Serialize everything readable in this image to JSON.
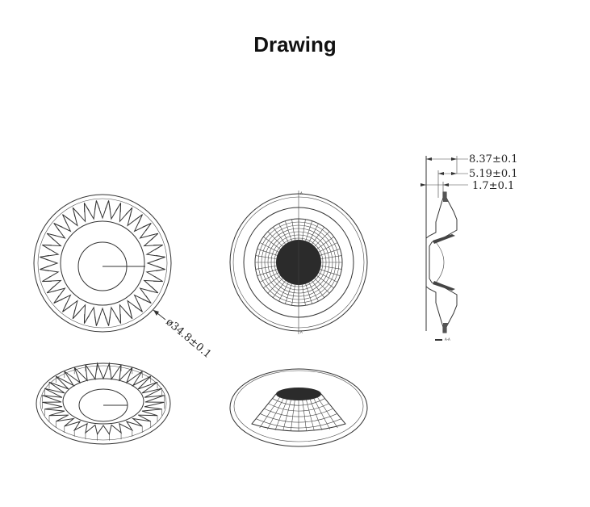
{
  "page": {
    "title": "Drawing"
  },
  "views": {
    "front_flat": {
      "dimension_label": "ø34.8±0.1"
    },
    "section": {
      "dim_overall": "8.37±0.1",
      "dim_mid": "5.19±0.1",
      "dim_base": "1.7±0.1",
      "section_label": "A-A"
    },
    "center_front": {
      "cut_mark_top": "A",
      "cut_mark_bottom": "A"
    }
  },
  "colors": {
    "line": "#333333",
    "mesh_dark": "#222222",
    "background": "#ffffff"
  }
}
